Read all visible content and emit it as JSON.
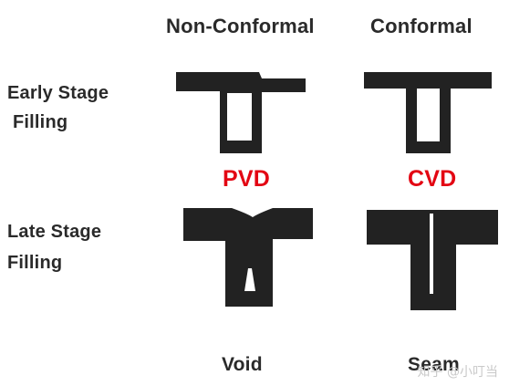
{
  "columns": {
    "left": "Non-Conformal",
    "right": "Conformal"
  },
  "rows": {
    "early": [
      "Early Stage",
      "Filling"
    ],
    "late": [
      "Late Stage",
      "Filling"
    ]
  },
  "methods": {
    "left": "PVD",
    "right": "CVD"
  },
  "results": {
    "left": "Void",
    "right": "Seam"
  },
  "watermark": "知乎 @小叮当",
  "colors": {
    "film": "#222222",
    "method_label": "#e30613",
    "text": "#2a2a2a"
  }
}
